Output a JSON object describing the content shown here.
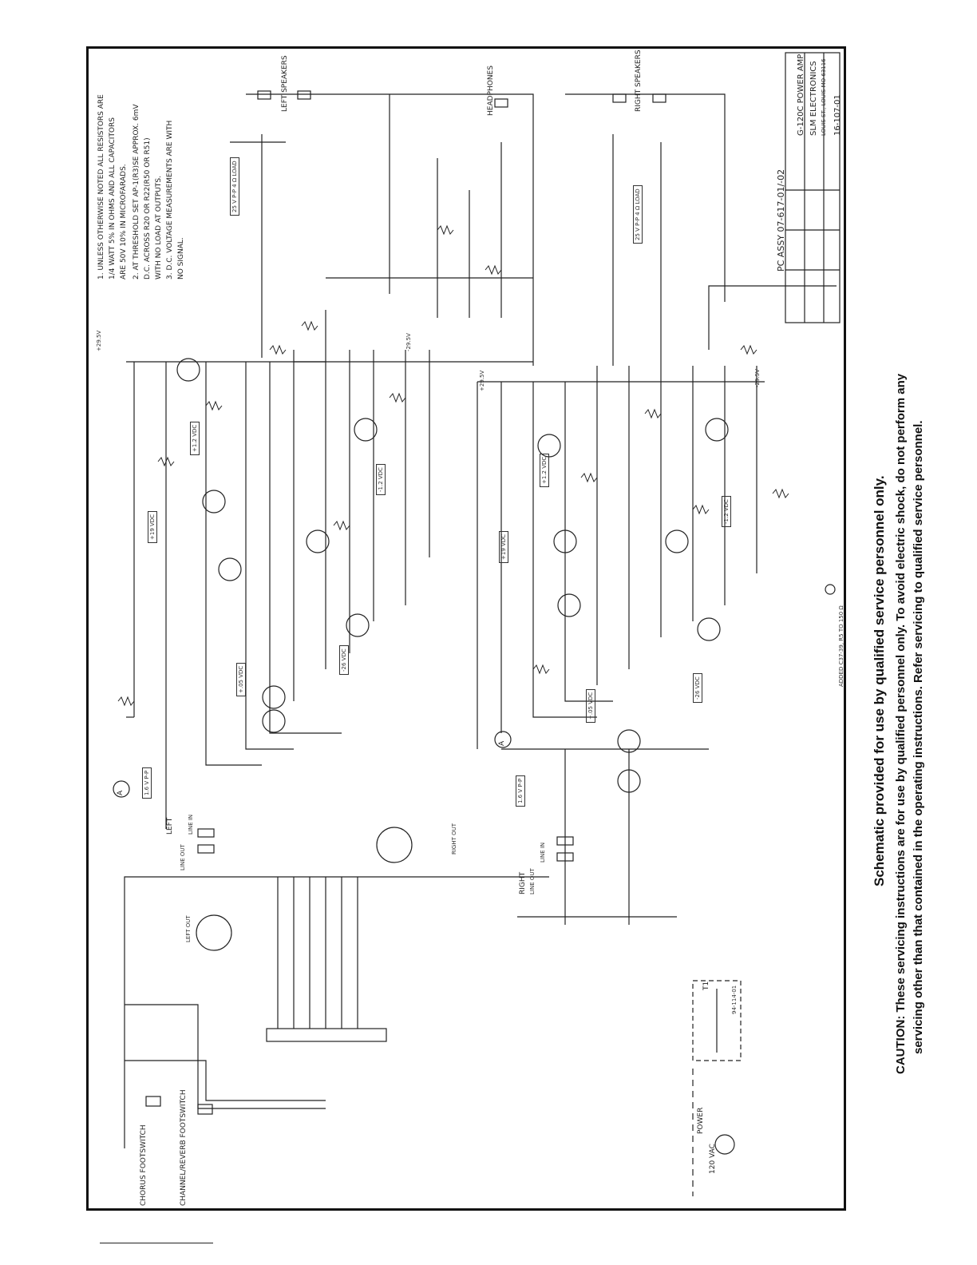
{
  "schematic": {
    "notes": [
      "1. UNLESS OTHERWISE NOTED ALL RESISTORS ARE",
      "1/4 WATT 5% IN OHMS AND ALL CAPACITORS",
      "ARE 50V 10% IN MICROFARADS.",
      "2. AT THRESHOLD SET AP-1(R3)SE APPROX. 6mV",
      "D.C. ACROSS R20 OR R22(R50 OR R51)",
      "WITH NO LOAD AT OUTPUTS.",
      "3. D.C. VOLTAGE MEASUREMENTS ARE WITH",
      "NO SIGNAL."
    ],
    "assembly_label": "PC ASSY 07-617-01/-02",
    "footnote": "ADDED C37-39, R5 TO 150 Ω",
    "left_speakers": "LEFT SPEAKERS",
    "right_speakers": "RIGHT SPEAKERS",
    "headphones": "HEADPHONES",
    "left_out": "LEFT OUT",
    "right_out": "RIGHT OUT",
    "left_label": "LEFT",
    "right_label": "RIGHT",
    "line_out": "LINE OUT",
    "line_in": "LINE IN",
    "chorus_footswitch": "CHORUS FOOTSWITCH",
    "channel_footswitch": "CHANNEL/REVERB FOOTSWITCH",
    "power_label": "POWER",
    "ac_label": "120 VAC",
    "transformer": "T1",
    "transformer_part": "94-114-01",
    "title_block": {
      "title": "G-120C POWER AMP",
      "company": "SLM ELECTRONICS",
      "subtitle": "LOUIS ST., LOUIS MO 63116",
      "doc_number": "16-107-01"
    },
    "voltages": {
      "left_dc_plus_1_2": "+1.2 VDC",
      "left_dc_plus_19": "+19 VDC",
      "left_dc_minus_1_2": "-1.2 VDC",
      "left_dc_minus_26": "-26 VDC",
      "left_dc_plus_05": "+.05 VDC",
      "right_dc_plus_1_2": "+1.2 VDC",
      "right_dc_plus_19": "+19 VDC",
      "right_dc_minus_1_2": "-1.2 VDC",
      "right_dc_minus_26": "-26 VDC",
      "right_dc_plus_05": "+.05 VDC",
      "left_vpp": "25 V P-P 4 Ω LOAD",
      "right_vpp": "25 V P-P 4 Ω LOAD",
      "left_input": "1.6 V P-P",
      "right_input": "1.6 V P-P",
      "rail_pos": "+29.5V",
      "rail_neg": "-29.5V"
    },
    "node_a": "A"
  },
  "notice": {
    "heading": "Schematic provided for use by qualified service personnel only.",
    "caution_line1": "CAUTION: These servicing instructions are for use by qualified personnel only. To avoid electric shock, do not perform any",
    "caution_line2": "servicing other than that contained in the operating instructions. Refer servicing to qualified service personnel."
  }
}
